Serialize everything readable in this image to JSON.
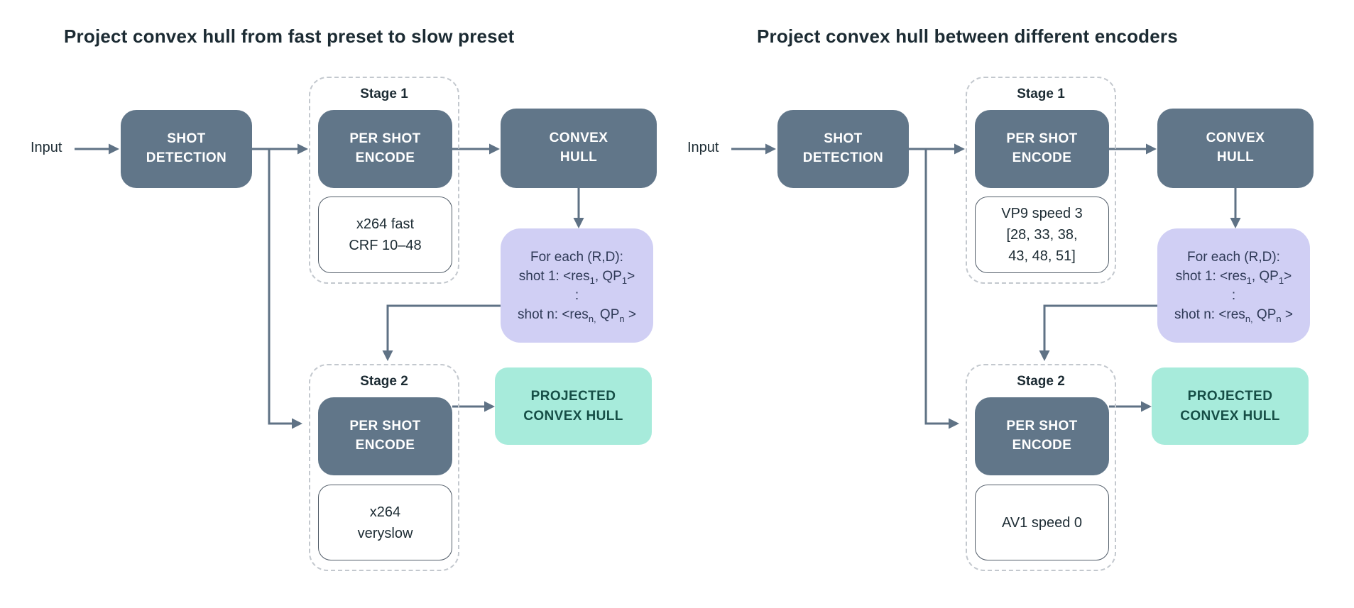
{
  "colors": {
    "slate_box": "#617689",
    "arrow": "#5F7285",
    "lavender_box": "#D0CFF4",
    "mint_box": "#A7EBDB",
    "dark_text": "#1C2B33",
    "lavender_text": "#2F3A57",
    "mint_text": "#164E46"
  },
  "diagrams": {
    "left": {
      "title": "Project convex hull from fast preset to slow preset",
      "input_label": "Input",
      "shot_detection": "SHOT\nDETECTION",
      "stage1": {
        "label": "Stage 1",
        "encode_label": "PER SHOT\nENCODE",
        "config": "x264 fast\nCRF 10–48"
      },
      "convex_hull": "CONVEX\nHULL",
      "projection": {
        "header": "For each (R,D):",
        "shot1": {
          "pre": "shot 1: <res",
          "sub1": "1",
          "mid": ", QP",
          "sub2": "1",
          "post": ">"
        },
        "dots": ":",
        "shotn": {
          "pre": "shot n: <res",
          "sub1": "n,",
          "mid": " QP",
          "sub2": "n",
          "post": " >"
        }
      },
      "stage2": {
        "label": "Stage 2",
        "encode_label": "PER SHOT\nENCODE",
        "config": "x264\nveryslow"
      },
      "projected": "PROJECTED\nCONVEX HULL"
    },
    "right": {
      "title": "Project convex hull between different encoders",
      "input_label": "Input",
      "shot_detection": "SHOT\nDETECTION",
      "stage1": {
        "label": "Stage 1",
        "encode_label": "PER SHOT\nENCODE",
        "config": "VP9 speed 3\n[28, 33, 38,\n43, 48, 51]"
      },
      "convex_hull": "CONVEX\nHULL",
      "projection": {
        "header": "For each (R,D):",
        "shot1": {
          "pre": "shot 1: <res",
          "sub1": "1",
          "mid": ", QP",
          "sub2": "1",
          "post": ">"
        },
        "dots": ":",
        "shotn": {
          "pre": "shot n: <res",
          "sub1": "n,",
          "mid": " QP",
          "sub2": "n",
          "post": " >"
        }
      },
      "stage2": {
        "label": "Stage 2",
        "encode_label": "PER SHOT\nENCODE",
        "config": "AV1 speed 0"
      },
      "projected": "PROJECTED\nCONVEX HULL"
    }
  }
}
